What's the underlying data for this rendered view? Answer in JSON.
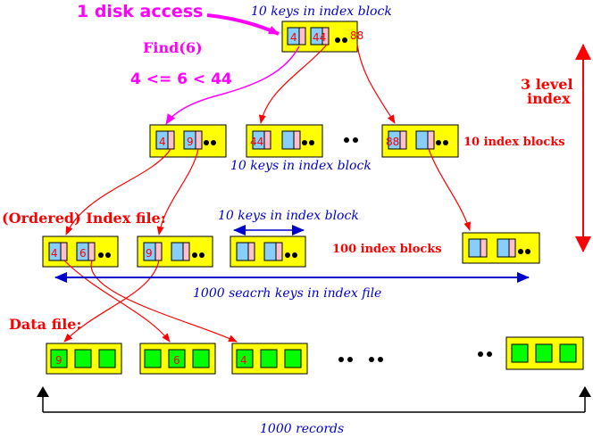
{
  "colors": {
    "block": "#ffff00",
    "key_cell": "#87cefa",
    "ptr_cell": "#ffc0cb",
    "record": "#00ff00",
    "red": "#ff0000",
    "blue": "#0000cc",
    "magenta": "#ff00ff",
    "black": "#000000"
  },
  "labels": {
    "disk_access": "1 disk access",
    "find": "Find(6)",
    "compare": "4 <= 6 < 44",
    "keys_top": "10 keys in index block",
    "level_index_1": "3 level",
    "level_index_2": "index",
    "index_blocks_10": "10 index blocks",
    "keys_mid": "10 keys in index block",
    "ordered_index": "(Ordered) Index file:",
    "keys_lower": "10 keys in index block",
    "index_blocks_100": "100 index blocks",
    "search_keys": "1000 seacrh keys in index file",
    "data_file": "Data file:",
    "records": "1000 records"
  },
  "keys": {
    "root_k1": "4",
    "root_k2": "44",
    "root_k3": "88",
    "l2_a_k1": "4",
    "l2_a_k2": "9",
    "l2_b_k1": "44",
    "l2_c_k1": "88",
    "l3_a_k1": "4",
    "l3_a_k2": "6",
    "l3_b_k1": "9",
    "data_a_k1": "9",
    "data_b_k2": "6",
    "data_c_k1": "4"
  }
}
